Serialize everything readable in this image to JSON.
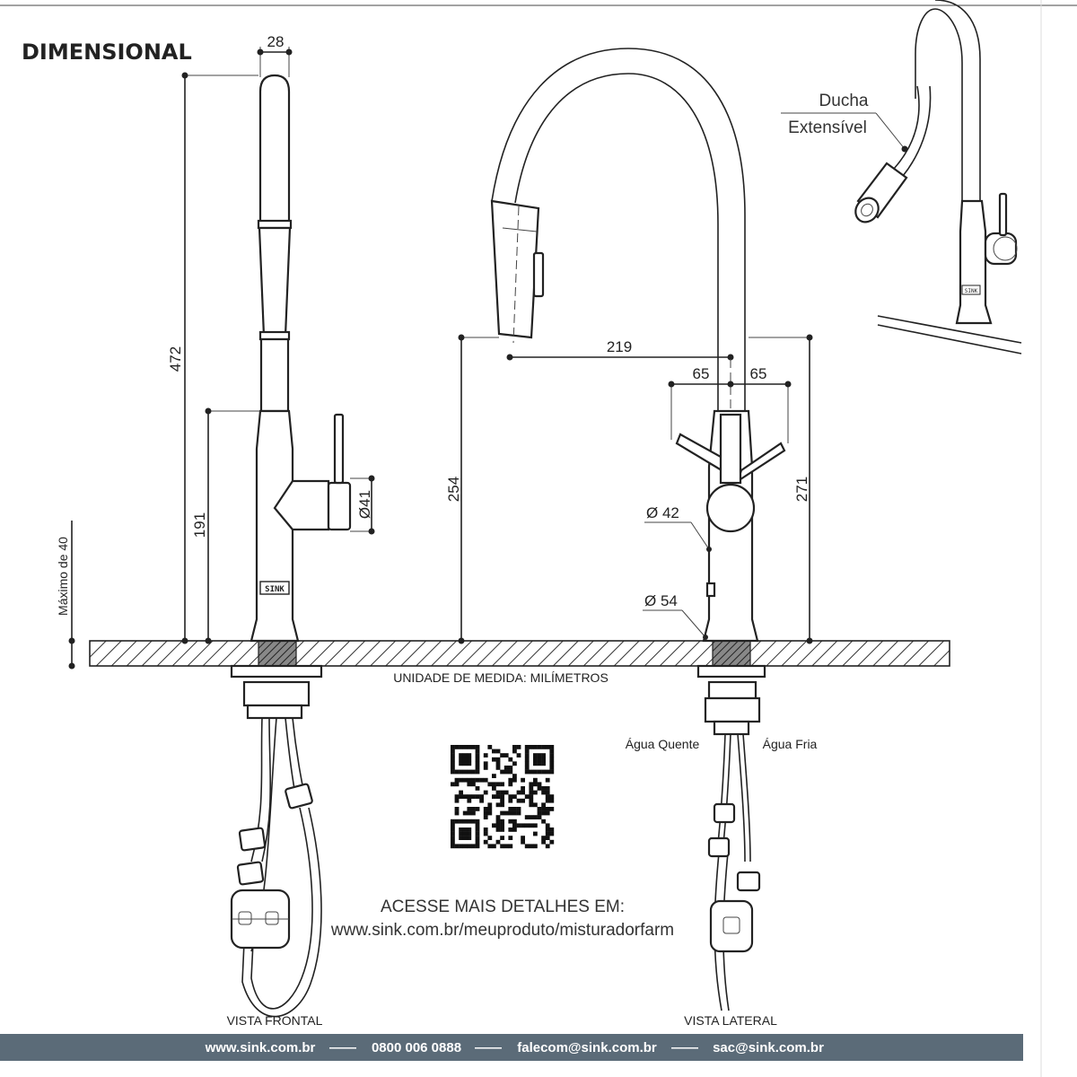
{
  "title": "DIMENSIONAL",
  "dimensions": {
    "top_width": "28",
    "total_height": "472",
    "handle_height": "191",
    "lever_diameter": "Ø41",
    "max_deck": "Máximo de 40",
    "spout_height": "254",
    "reach": "219",
    "lever_left": "65",
    "lever_right": "65",
    "side_height": "271",
    "body_diameter": "Ø 42",
    "base_diameter": "Ø 54"
  },
  "labels": {
    "unit_note": "UNIDADE DE MEDIDA: MILÍMETROS",
    "hot_water": "Água Quente",
    "cold_water": "Água Fria",
    "shower_line1": "Ducha",
    "shower_line2": "Extensível",
    "brand_mark": "SINK",
    "front_view": "VISTA FRONTAL",
    "side_view": "VISTA LATERAL",
    "details_heading": "ACESSE MAIS DETALHES EM:",
    "details_url": "www.sink.com.br/meuproduto/misturadorfarm"
  },
  "footer": {
    "website": "www.sink.com.br",
    "phone": "0800 006 0888",
    "email_contact": "falecom@sink.com.br",
    "email_sac": "sac@sink.com.br",
    "separator": "——",
    "bar_color": "#5b6b78"
  }
}
